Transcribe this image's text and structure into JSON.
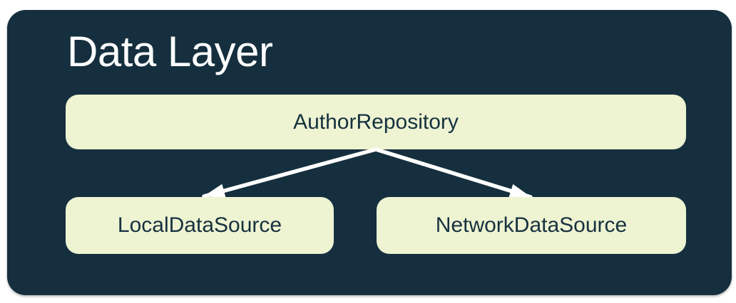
{
  "colors": {
    "page_background": "#ffffff",
    "container_background": "#152f3e",
    "node_background": "#eef3d2",
    "node_text": "#16313f",
    "title_text": "#ffffff",
    "arrow": "#ffffff"
  },
  "diagram": {
    "title": "Data Layer",
    "nodes": [
      {
        "id": "author-repository",
        "label": "AuthorRepository"
      },
      {
        "id": "local-data-source",
        "label": "LocalDataSource"
      },
      {
        "id": "network-data-source",
        "label": "NetworkDataSource"
      }
    ],
    "edges": [
      {
        "from": "author-repository",
        "to": "local-data-source"
      },
      {
        "from": "author-repository",
        "to": "network-data-source"
      }
    ]
  }
}
